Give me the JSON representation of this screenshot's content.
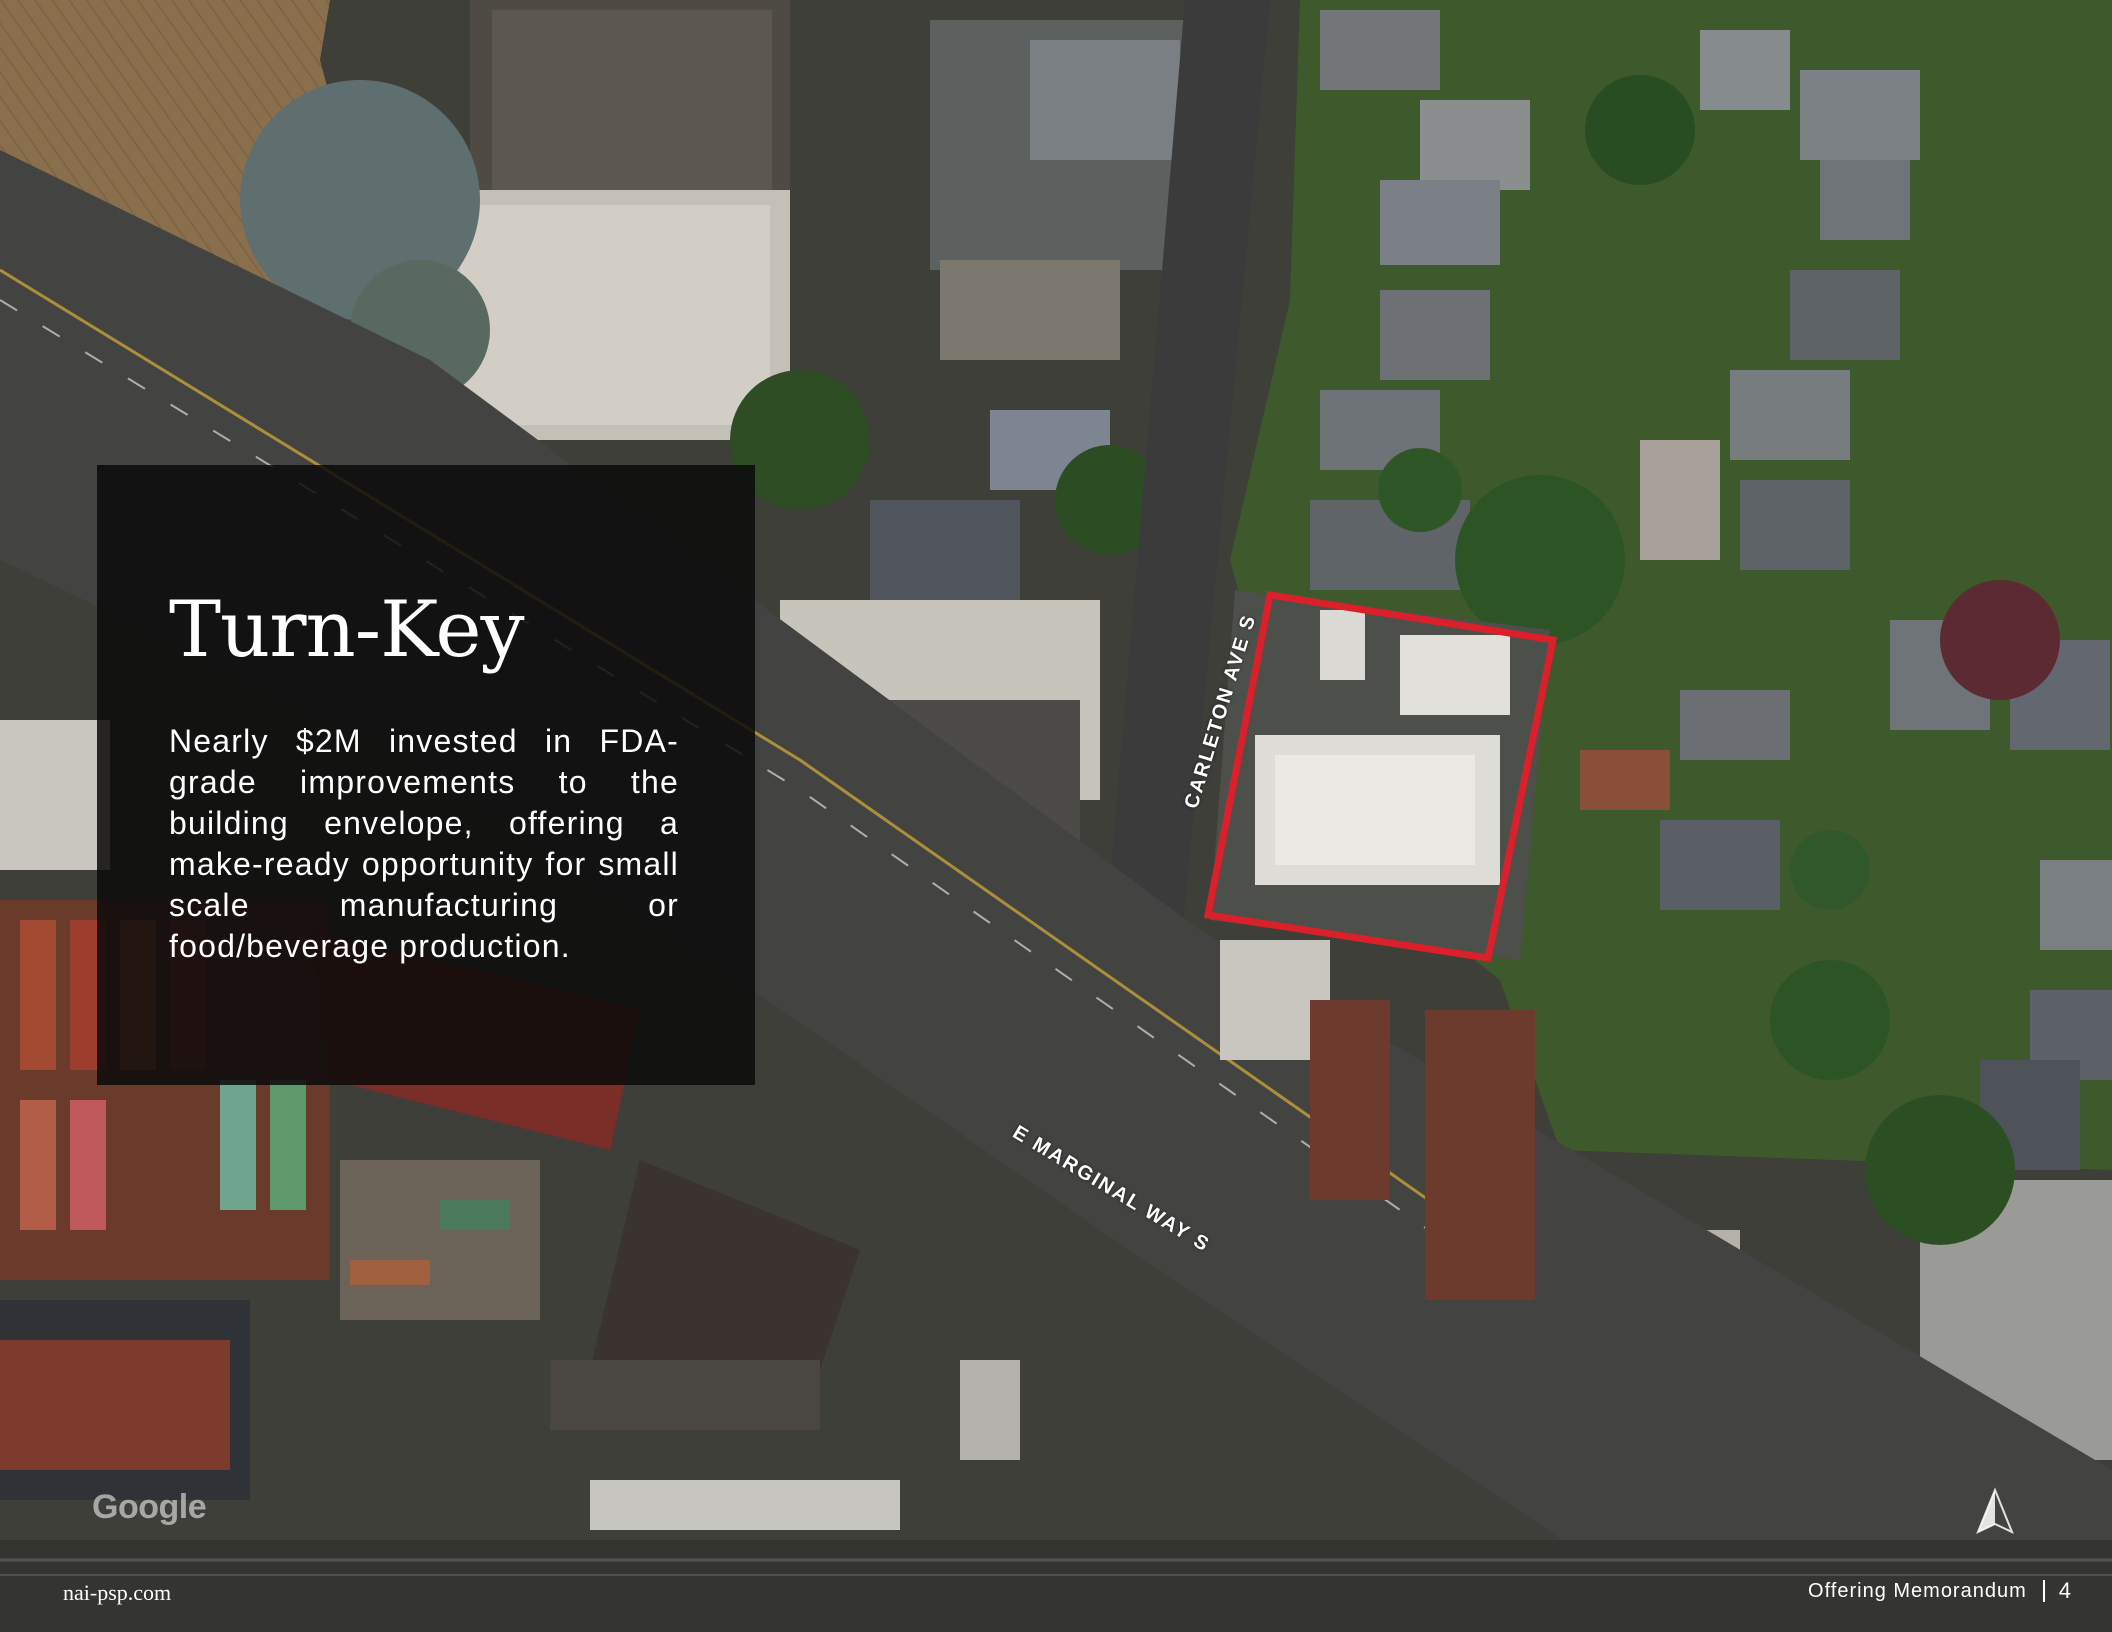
{
  "panel": {
    "title": "Turn-Key",
    "body": "Nearly $2M invested in FDA-grade improvements to the building envelope, offering a make-ready opportunity for small scale manufacturing or food/beverage production."
  },
  "map": {
    "road_labels": {
      "carleton": "CARLETON AVE S",
      "marginal": "E MARGINAL WAY S"
    },
    "attribution": "Google",
    "highlight_color": "#d9202b"
  },
  "footer": {
    "website": "nai-psp.com",
    "document_label": "Offering Memorandum",
    "page_number": "4"
  }
}
